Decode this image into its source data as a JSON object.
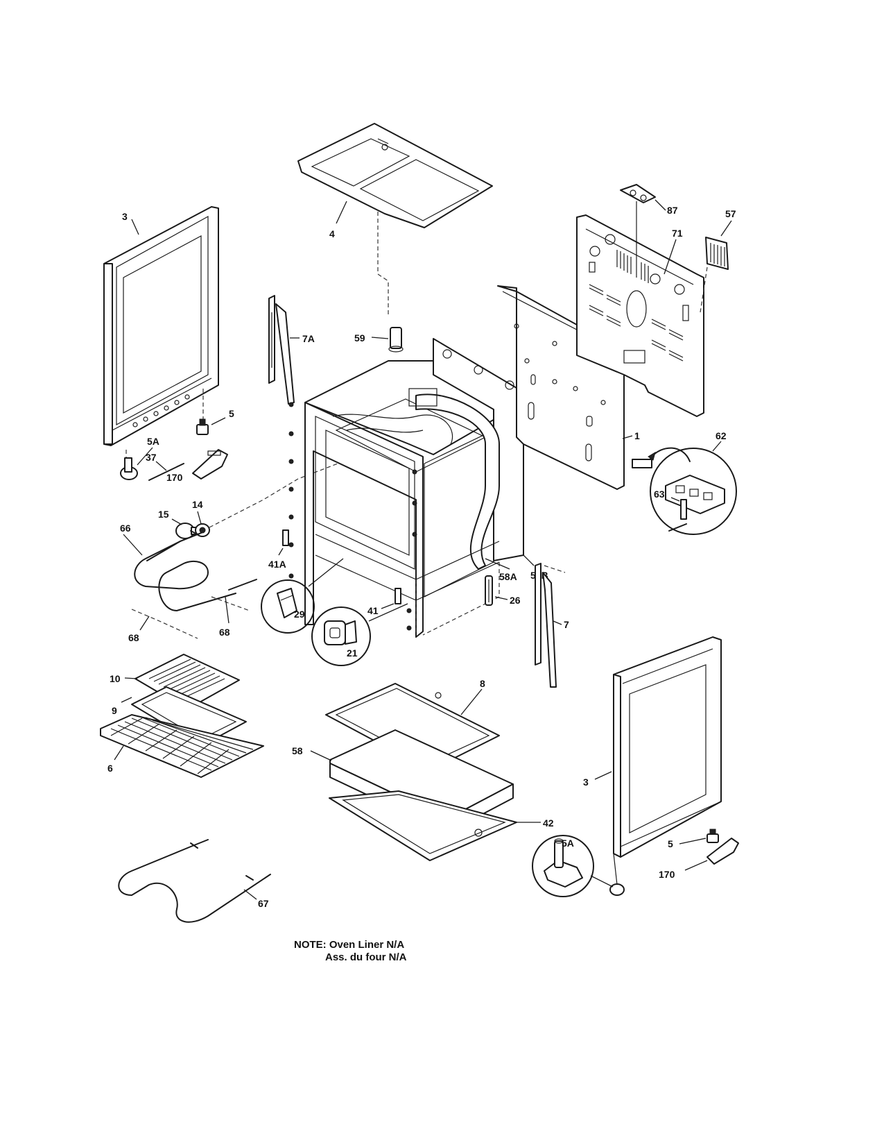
{
  "labels": {
    "door_left": "3",
    "top_panel": "4",
    "hinge_left": "5",
    "hinge_receiver_left": "5A",
    "screw_37": "37",
    "hinge_arm_left": "170",
    "lamp": "15",
    "lamp_socket": "14",
    "rack_support_left": "7A",
    "foot_59": "59",
    "back_panel": "1",
    "rear_cover": "71",
    "gasket_87": "87",
    "cover_57": "57",
    "terminal_block": "62",
    "bracket_63": "63",
    "bracket_41A": "41A",
    "insulation_58A": "58A",
    "insulation_58B": "58B",
    "bake_element_66": "66",
    "wire_68_left": "68",
    "wire_68_right": "68",
    "clip_29": "29",
    "bracket_41": "41",
    "clip_21": "21",
    "guide_26": "26",
    "rack_support_right": "7",
    "broiler_grid": "10",
    "broiler_pan": "9",
    "oven_rack": "6",
    "drawer_frame": "8",
    "insulation_58": "58",
    "drawer_bottom": "42",
    "door_right": "3",
    "hinge_right": "5",
    "hinge_receiver_right": "5A",
    "hinge_arm_right": "170",
    "broil_element": "67"
  },
  "note": {
    "line1": "NOTE: Oven Liner N/A",
    "line2": "Ass. du four N/A"
  }
}
